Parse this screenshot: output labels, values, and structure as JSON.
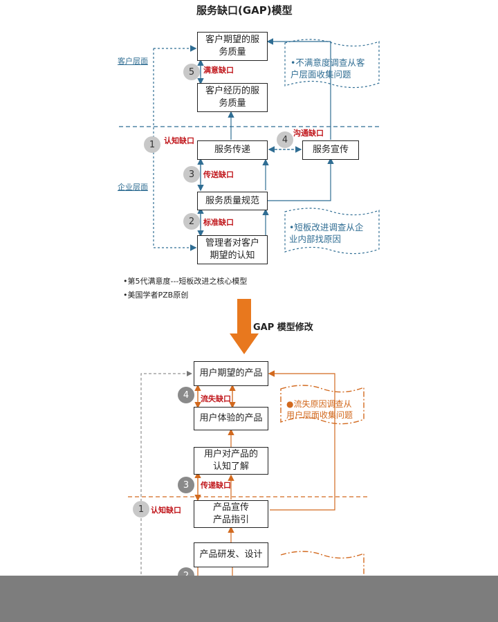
{
  "top": {
    "title": "服务缺口(GAP)模型",
    "boxes": {
      "expected_1": "客户期望的服",
      "expected_2": "务质量",
      "experienced_1": "客户经历的服",
      "experienced_2": "务质量",
      "delivery": "服务传递",
      "promotion": "服务宣传",
      "spec": "服务质量规范",
      "perception_1": "管理者对客户",
      "perception_2": "期望的认知"
    },
    "gaps": {
      "g5": {
        "num": "5",
        "label": "满意缺口"
      },
      "g1": {
        "num": "1",
        "label": "认知缺口"
      },
      "g4": {
        "num": "4",
        "label": "沟通缺口"
      },
      "g3": {
        "num": "3",
        "label": "传送缺口"
      },
      "g2": {
        "num": "2",
        "label": "标准缺口"
      }
    },
    "layers": {
      "customer": "客户层面",
      "enterprise": "企业层面"
    },
    "notes": {
      "survey_1": "•不满意度调查从客",
      "survey_2": "户层面收集问题",
      "improve_1": "•短板改进调查从企",
      "improve_2": "业内部找原因"
    },
    "bullets": [
      "•第5代满意度---短板改进之核心模型",
      "•美国学者PZB原创"
    ]
  },
  "transition": {
    "label": "GAP 模型修改"
  },
  "bottom": {
    "boxes": {
      "expected": "用户期望的产品",
      "experience": "用户体验的产品",
      "understanding_1": "用户对产品的",
      "understanding_2": "认知了解",
      "promo_1": "产品宣传",
      "promo_2": "产品指引",
      "rnd": "产品研发、设计"
    },
    "gaps": {
      "g4": {
        "num": "4",
        "label": "流失缺口"
      },
      "g3": {
        "num": "3",
        "label": "传递缺口"
      },
      "g1": {
        "num": "1",
        "label": "认知缺口"
      },
      "g2": {
        "num": "2"
      }
    },
    "notes": {
      "churn_1": "●流失原因调查从",
      "churn_2": "用户层面收集问题"
    }
  },
  "colors": {
    "blue": "#2f6d93",
    "orange": "#d2691e",
    "red": "#c0161b",
    "arrow": "#e8781e"
  }
}
